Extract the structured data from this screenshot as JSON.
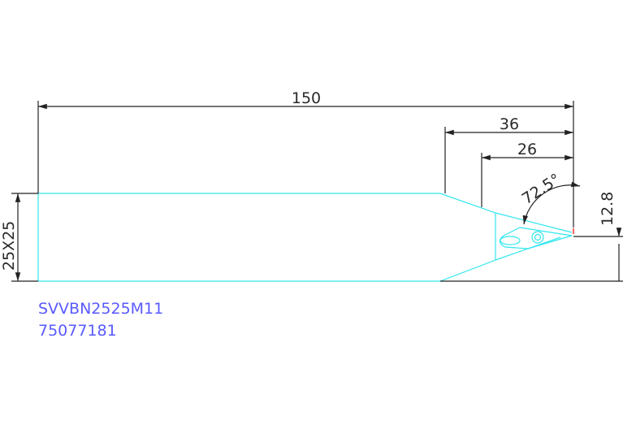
{
  "dimensions": {
    "overall_length": "150",
    "length_36": "36",
    "length_26": "26",
    "angle": "72.5°",
    "height": "12.8",
    "section": "25X25"
  },
  "labels": {
    "model": "SVVBN2525M11",
    "code": "75077181"
  },
  "colors": {
    "tool_outline": "#33e6ee",
    "dimension_lines": "#222222",
    "label_text": "#5a5aff",
    "tip_marker": "#ff3333"
  }
}
